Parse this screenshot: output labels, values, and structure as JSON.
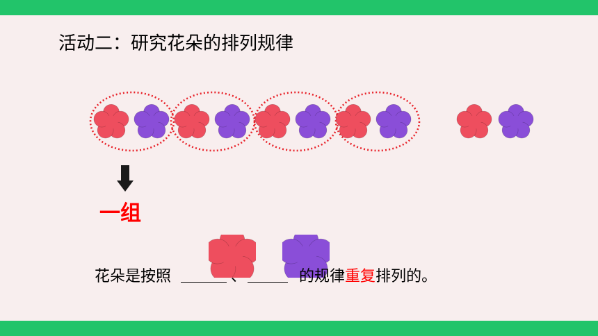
{
  "title": "活动二：研究花朵的排列规律",
  "group_label": "一组",
  "sentence": {
    "part1": "花朵是按照",
    "separator": "、",
    "part2": "的规律",
    "highlight": "重复",
    "part3": "排列的。"
  },
  "colors": {
    "bar": "#22c46a",
    "red_flower": "#ee4e5e",
    "purple_flower": "#8a4ed8",
    "dotted_circle": "#e8232a",
    "highlight_text": "#ff0000"
  },
  "flower_sequence": [
    "red",
    "purple",
    "red",
    "purple",
    "red",
    "purple",
    "red",
    "purple",
    "red",
    "purple"
  ],
  "circled_groups": 4,
  "icons": [
    "red-flower-icon",
    "purple-flower-icon",
    "down-arrow-icon"
  ]
}
